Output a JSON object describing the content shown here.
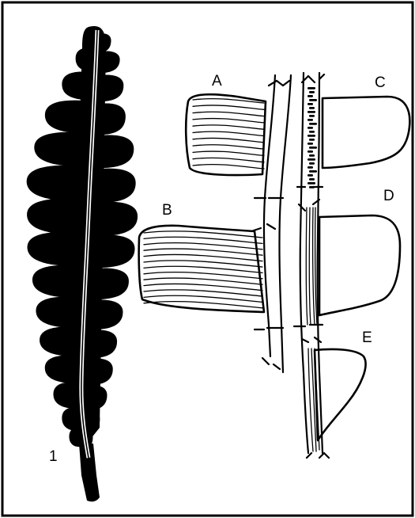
{
  "labels": {
    "frond": "1",
    "a": "A",
    "b": "B",
    "c": "C",
    "d": "D",
    "e": "E"
  }
}
